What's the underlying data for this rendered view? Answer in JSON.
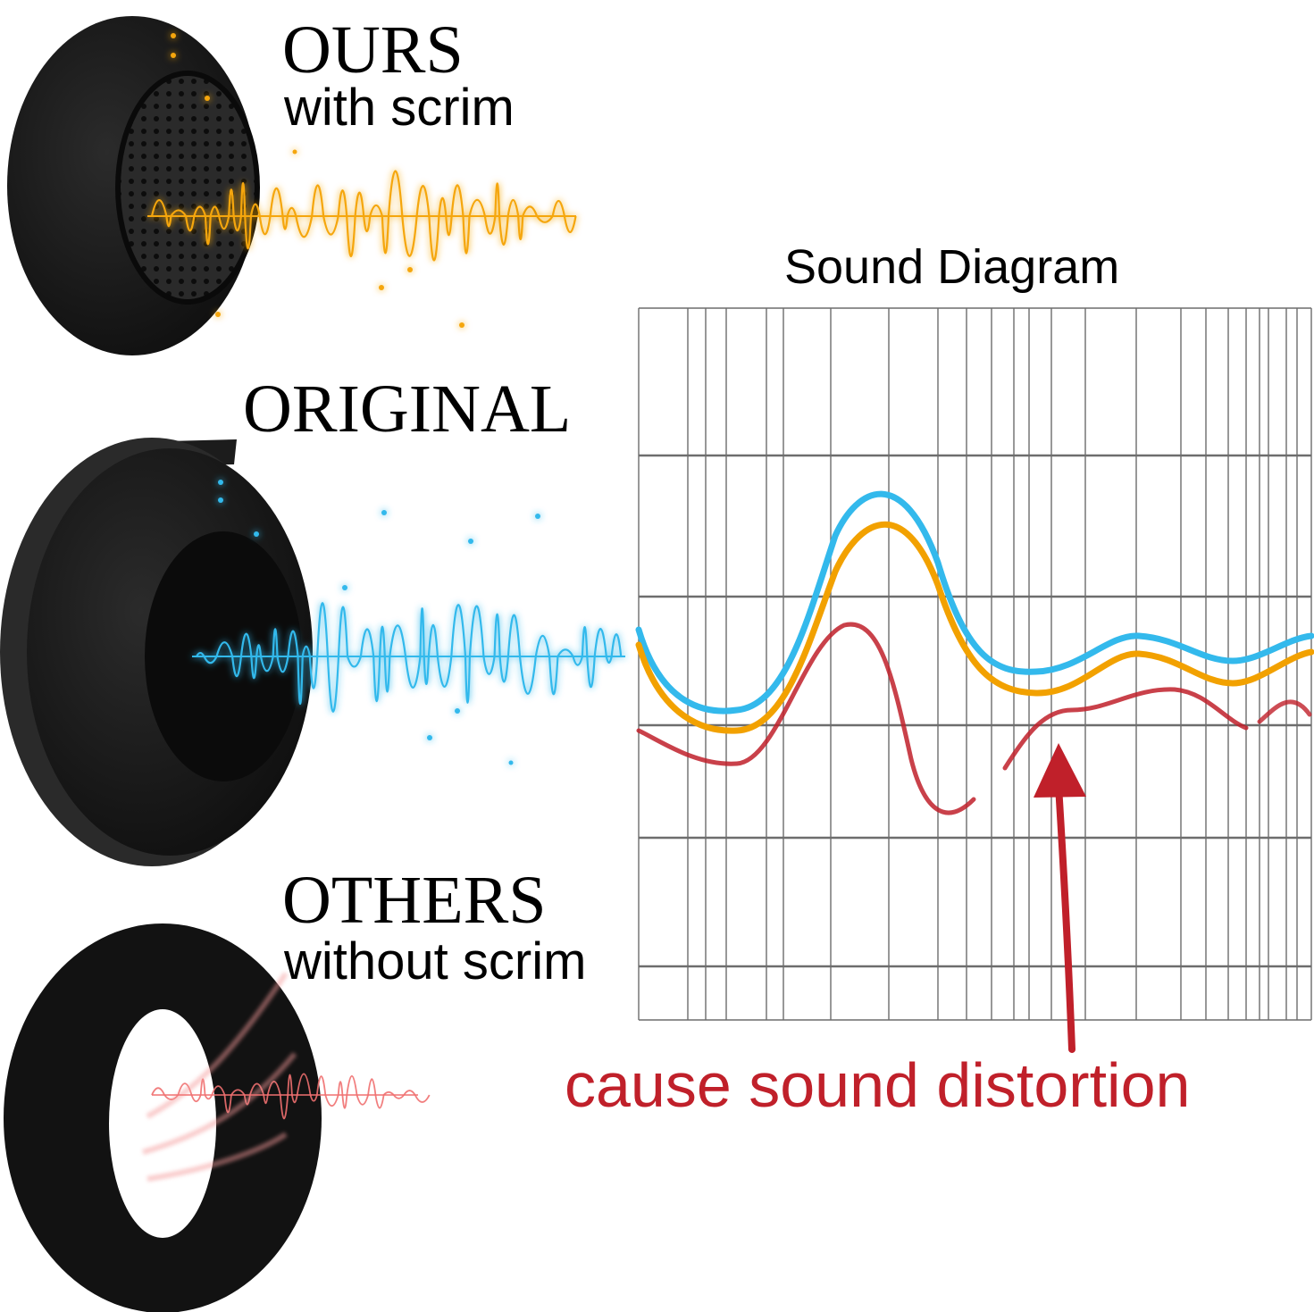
{
  "labels": {
    "ours_title": "OURS",
    "ours_subtitle": "with scrim",
    "original_title": "ORIGINAL",
    "others_title": "OTHERS",
    "others_subtitle": "without scrim",
    "diagram_title": "Sound Diagram",
    "distortion_note": "cause sound distortion"
  },
  "colors": {
    "ours_wave": "#f5a60a",
    "original_wave": "#33b9ec",
    "others_wave": "#f07070",
    "distortion_line": "#c0202a",
    "grid": "#6d6d6d",
    "earpad": "#161616"
  },
  "icons": {
    "earpad_ours": "earpad-with-scrim-icon",
    "earpad_original": "earpad-original-icon",
    "earpad_others": "earpad-without-scrim-icon",
    "arrow": "arrow-up-icon"
  }
}
